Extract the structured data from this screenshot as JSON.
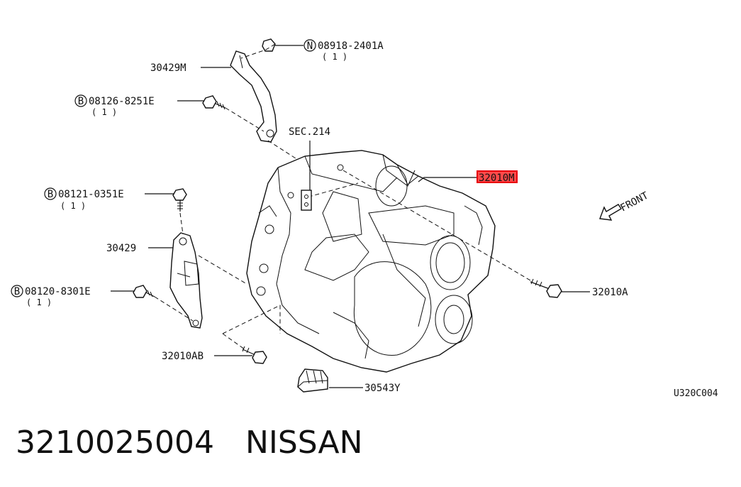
{
  "callouts": {
    "n_bolt": {
      "symbol": "N",
      "part": "08918-2401A",
      "qty": "( 1 )"
    },
    "b_bolt1": {
      "symbol": "B",
      "part": "08126-8251E",
      "qty": "( 1 )"
    },
    "b_bolt2": {
      "symbol": "B",
      "part": "08121-0351E",
      "qty": "( 1 )"
    },
    "b_bolt3": {
      "symbol": "B",
      "part": "08120-8301E",
      "qty": "( 1 )"
    }
  },
  "labels": {
    "bracket_upper": "30429M",
    "bracket_lower": "30429",
    "section": "SEC.214",
    "transmission": "32010M",
    "bolt_right": "32010A",
    "bolt_bottom": "32010AB",
    "clip": "30543Y",
    "front": "FRONT",
    "diagram_code": "U320C004"
  },
  "footer": {
    "part_number": "3210025004",
    "brand": "NISSAN"
  },
  "highlight_color": "#e8000d"
}
